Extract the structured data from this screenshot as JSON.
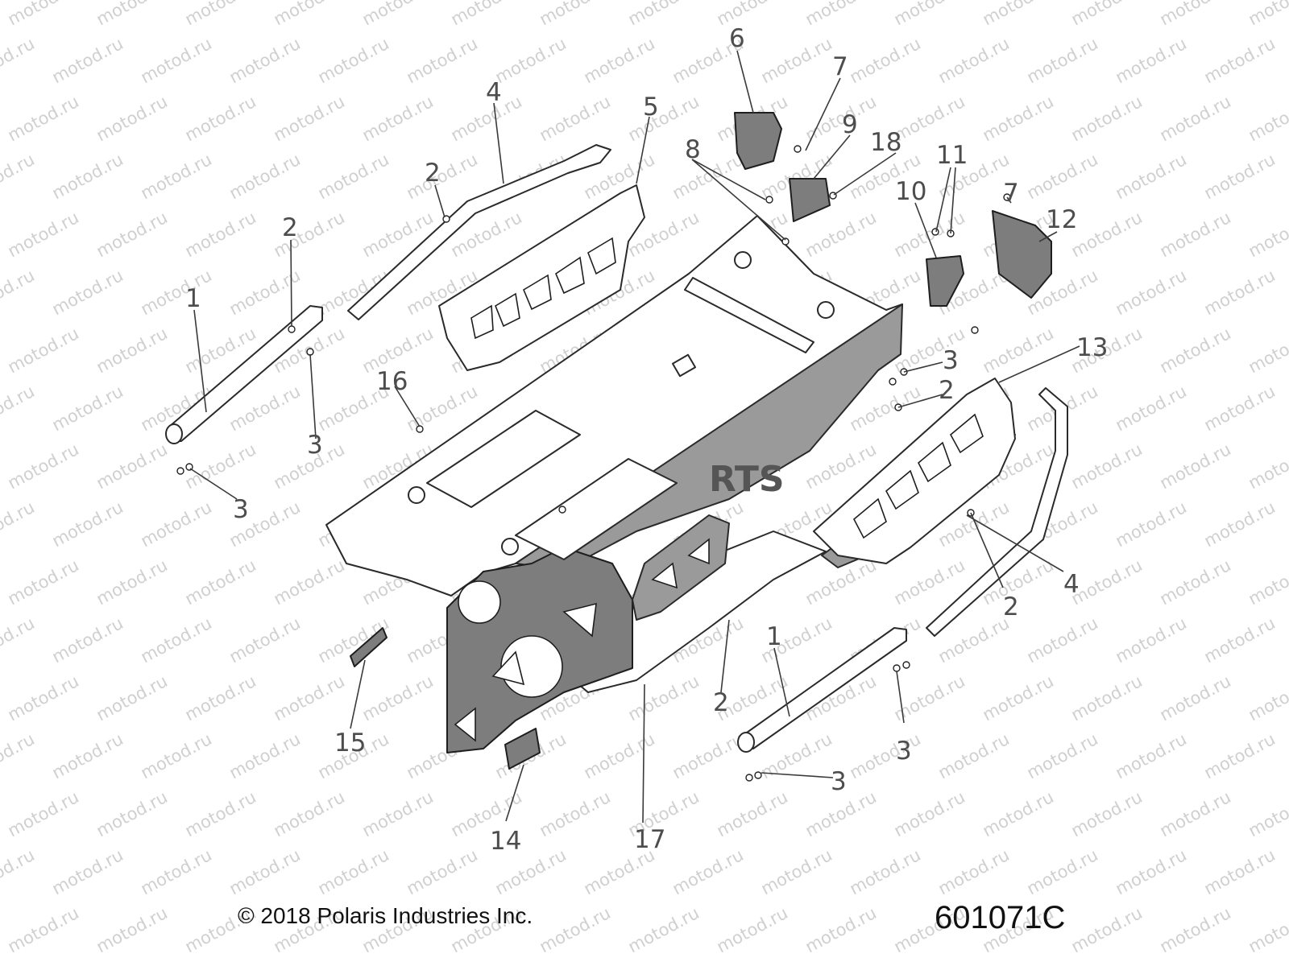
{
  "watermark": "motod.ru",
  "overlay_text": "RTS",
  "callouts": [
    {
      "id": "c1a",
      "label": "1"
    },
    {
      "id": "c1b",
      "label": "1"
    },
    {
      "id": "c2a",
      "label": "2"
    },
    {
      "id": "c2b",
      "label": "2"
    },
    {
      "id": "c2c",
      "label": "2"
    },
    {
      "id": "c2d",
      "label": "2"
    },
    {
      "id": "c2e",
      "label": "2"
    },
    {
      "id": "c3a",
      "label": "3"
    },
    {
      "id": "c3b",
      "label": "3"
    },
    {
      "id": "c3c",
      "label": "3"
    },
    {
      "id": "c3d",
      "label": "3"
    },
    {
      "id": "c3e",
      "label": "3"
    },
    {
      "id": "c4a",
      "label": "4"
    },
    {
      "id": "c4b",
      "label": "4"
    },
    {
      "id": "c5",
      "label": "5"
    },
    {
      "id": "c6",
      "label": "6"
    },
    {
      "id": "c7a",
      "label": "7"
    },
    {
      "id": "c7b",
      "label": "7"
    },
    {
      "id": "c8",
      "label": "8"
    },
    {
      "id": "c9",
      "label": "9"
    },
    {
      "id": "c10",
      "label": "10"
    },
    {
      "id": "c11",
      "label": "11"
    },
    {
      "id": "c12",
      "label": "12"
    },
    {
      "id": "c13",
      "label": "13"
    },
    {
      "id": "c14",
      "label": "14"
    },
    {
      "id": "c15",
      "label": "15"
    },
    {
      "id": "c16",
      "label": "16"
    },
    {
      "id": "c17",
      "label": "17"
    },
    {
      "id": "c18",
      "label": "18"
    }
  ],
  "footer": {
    "copyright": "© 2018 Polaris Industries Inc.",
    "diagram_code": "601071C"
  }
}
